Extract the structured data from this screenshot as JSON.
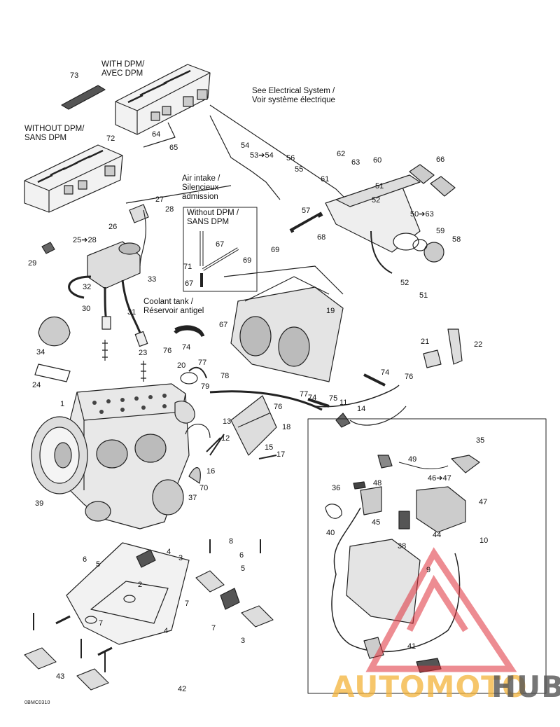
{
  "captions": {
    "with_dpm_l1": "WITH DPM/",
    "with_dpm_l2": "AVEC DPM",
    "without_dpm_l1": "WITHOUT DPM/",
    "without_dpm_l2": "SANS DPM",
    "elec_l1": "See Electrical System /",
    "elec_l2": "Voir système électrique",
    "air_l1": "Air intake /",
    "air_l2": "Silencieux",
    "air_l3": "admission",
    "wo_box_l1": "Without DPM /",
    "wo_box_l2": "SANS DPM",
    "cool_l1": "Coolant tank /",
    "cool_l2": "Réservoir antigel"
  },
  "code": "0BMC0310",
  "watermark": {
    "part1": "AUTOMOTO",
    "part2": "HUB",
    "color1": "#f3b43a",
    "color2": "#555555",
    "logo_color": "#e0303a"
  },
  "callouts": [
    "73",
    "72",
    "64",
    "65",
    "54",
    "53➔54",
    "56",
    "55",
    "62",
    "63",
    "60",
    "66",
    "61",
    "51",
    "52",
    "57",
    "27",
    "28",
    "26",
    "25➔28",
    "29",
    "33",
    "32",
    "30",
    "31",
    "68",
    "69",
    "67",
    "71",
    "67",
    "69",
    "50➔63",
    "59",
    "58",
    "52",
    "51",
    "19",
    "67",
    "74",
    "76",
    "77",
    "34",
    "23",
    "20",
    "79",
    "78",
    "24",
    "1",
    "77",
    "74",
    "76",
    "21",
    "22",
    "74",
    "76",
    "75",
    "11",
    "14",
    "18",
    "13",
    "12",
    "15",
    "17",
    "16",
    "70",
    "37",
    "39",
    "35",
    "49",
    "46➔47",
    "36",
    "48",
    "47",
    "40",
    "45",
    "38",
    "44",
    "10",
    "9",
    "8",
    "6",
    "5",
    "6",
    "5",
    "4",
    "3",
    "2",
    "7",
    "4",
    "7",
    "7",
    "3",
    "43",
    "42",
    "41"
  ]
}
